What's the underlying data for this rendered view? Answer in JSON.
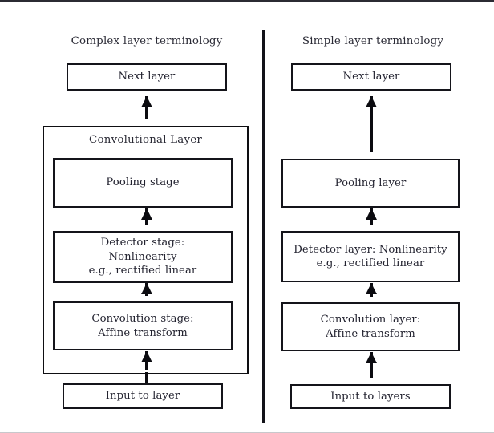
{
  "figure": {
    "panels": [
      {
        "id": "complex",
        "title": "Complex layer terminology",
        "group_label": "Convolutional Layer",
        "top_box": "Next layer",
        "stages": [
          {
            "id": "pooling",
            "lines": [
              "Pooling stage"
            ]
          },
          {
            "id": "detector",
            "lines": [
              "Detector stage:",
              "Nonlinearity",
              "e.g., rectified linear"
            ]
          },
          {
            "id": "convolution",
            "lines": [
              "Convolution stage:",
              "Affine transform"
            ]
          }
        ],
        "bottom_box": "Input to layer"
      },
      {
        "id": "simple",
        "title": "Simple layer terminology",
        "group_label": "",
        "top_box": "Next layer",
        "stages": [
          {
            "id": "pooling",
            "lines": [
              "Pooling layer"
            ]
          },
          {
            "id": "detector",
            "lines": [
              "Detector layer: Nonlinearity",
              "e.g., rectified linear"
            ]
          },
          {
            "id": "convolution",
            "lines": [
              "Convolution layer:",
              "Affine transform"
            ]
          }
        ],
        "bottom_box": "Input to layers"
      }
    ],
    "colors": {
      "box_stroke": "#14141a",
      "group_stroke": "#0e0e12",
      "arrow": "#0b0b10",
      "text": "#232330",
      "background": "#ffffff"
    }
  }
}
